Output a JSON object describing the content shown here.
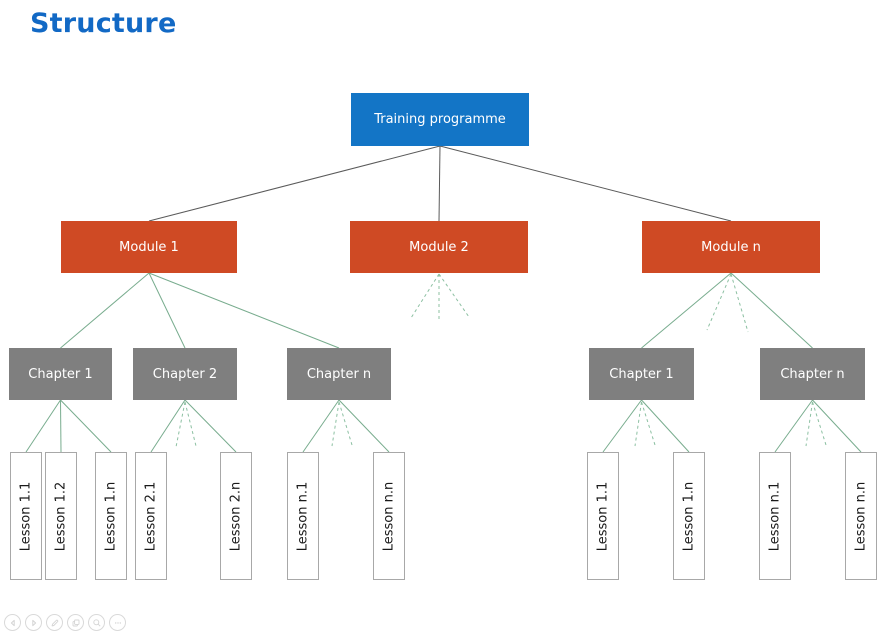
{
  "title": "Structure",
  "tree": {
    "root": {
      "label": "Training programme"
    },
    "modules": [
      {
        "label": "Module 1"
      },
      {
        "label": "Module 2"
      },
      {
        "label": "Module n"
      }
    ],
    "chapters": [
      {
        "label": "Chapter 1"
      },
      {
        "label": "Chapter 2"
      },
      {
        "label": "Chapter n"
      },
      {
        "label": "Chapter 1"
      },
      {
        "label": "Chapter n"
      }
    ],
    "lessons": [
      {
        "label": "Lesson 1.1"
      },
      {
        "label": "Lesson 1.2"
      },
      {
        "label": "Lesson 1.n"
      },
      {
        "label": "Lesson 2.1"
      },
      {
        "label": "Lesson 2.n"
      },
      {
        "label": "Lesson n.1"
      },
      {
        "label": "Lesson n.n"
      },
      {
        "label": "Lesson 1.1"
      },
      {
        "label": "Lesson 1.n"
      },
      {
        "label": "Lesson n.1"
      },
      {
        "label": "Lesson n.n"
      }
    ]
  },
  "toolbar": {
    "buttons": [
      {
        "icon": "chevron-left-icon"
      },
      {
        "icon": "chevron-right-icon"
      },
      {
        "icon": "pencil-icon"
      },
      {
        "icon": "copy-icon"
      },
      {
        "icon": "magnifier-icon"
      },
      {
        "icon": "ellipsis-icon"
      }
    ]
  },
  "colors": {
    "title_blue": "#1269c5",
    "root_blue": "#1375c6",
    "module_orange": "#cf4a24",
    "chapter_gray": "#7f7f7f",
    "connector_dark": "#5a5a5a",
    "connector_green": "#78ac8e",
    "connector_green_dashed": "#8cc0a2",
    "lesson_border": "#a8a8a8"
  }
}
